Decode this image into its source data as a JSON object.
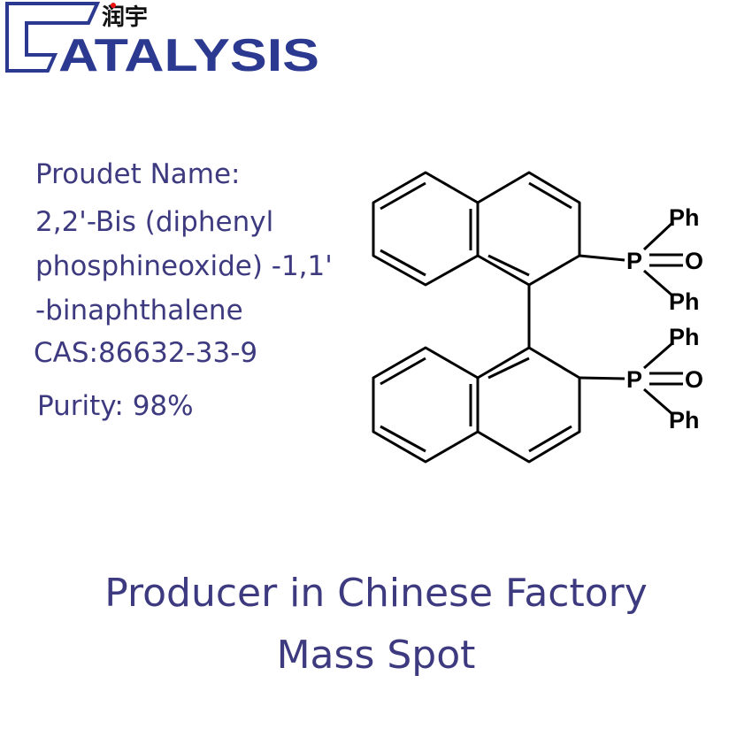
{
  "logo": {
    "brand": "CATALYSIS",
    "chinese": "润宇",
    "color": "#2b3990"
  },
  "product": {
    "name_label": "Proudet Name:",
    "name_lines": [
      "2,2'-Bis (diphenyl",
      "phosphineoxide) -1,1'",
      "-binaphthalene"
    ],
    "cas": "CAS:86632-33-9",
    "purity": "Purity: 98%"
  },
  "structure": {
    "labels": {
      "p": "P",
      "o": "O",
      "ph": "Ph"
    }
  },
  "footer": {
    "line1": "Producer in Chinese Factory",
    "line2": "Mass Spot"
  },
  "colors": {
    "text": "#3d3a80"
  }
}
